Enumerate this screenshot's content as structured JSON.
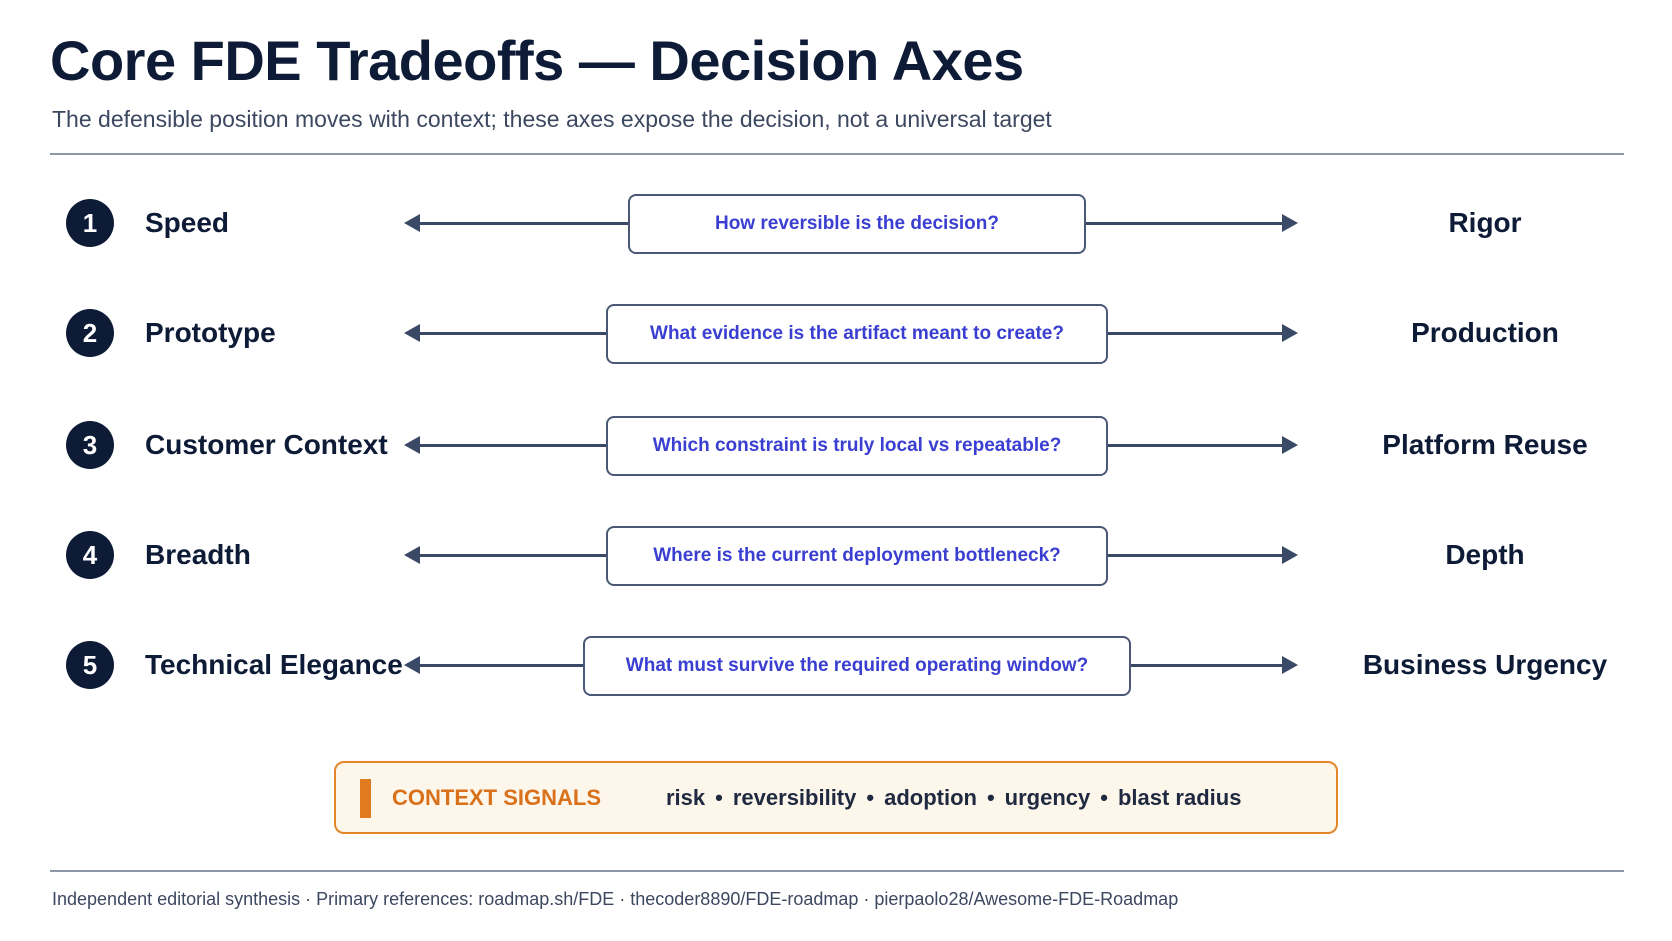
{
  "header": {
    "title": "Core FDE Tradeoffs — Decision Axes",
    "subtitle": "The defensible position moves with context; these axes expose the decision, not a universal target"
  },
  "axes": [
    {
      "number": "1",
      "left": "Speed",
      "question": "How reversible is the decision?",
      "right": "Rigor"
    },
    {
      "number": "2",
      "left": "Prototype",
      "question": "What evidence is the artifact meant to create?",
      "right": "Production"
    },
    {
      "number": "3",
      "left": "Customer Context",
      "question": "Which constraint is truly local vs repeatable?",
      "right": "Platform Reuse"
    },
    {
      "number": "4",
      "left": "Breadth",
      "question": "Where is the current deployment bottleneck?",
      "right": "Depth"
    },
    {
      "number": "5",
      "left": "Technical Elegance",
      "question": "What must survive the required operating window?",
      "right": "Business Urgency"
    }
  ],
  "signals": {
    "label": "CONTEXT SIGNALS",
    "items": [
      "risk",
      "reversibility",
      "adoption",
      "urgency",
      "blast radius"
    ],
    "separator": "•"
  },
  "footer": {
    "text": "Independent editorial synthesis · Primary references: roadmap.sh/FDE · thecoder8890/FDE-roadmap · pierpaolo28/Awesome-FDE-Roadmap"
  },
  "colors": {
    "navy": "#0d1b36",
    "question_text": "#3b3fd1",
    "accent_orange": "#e07b1f",
    "signals_background": "#fdf6ea"
  }
}
